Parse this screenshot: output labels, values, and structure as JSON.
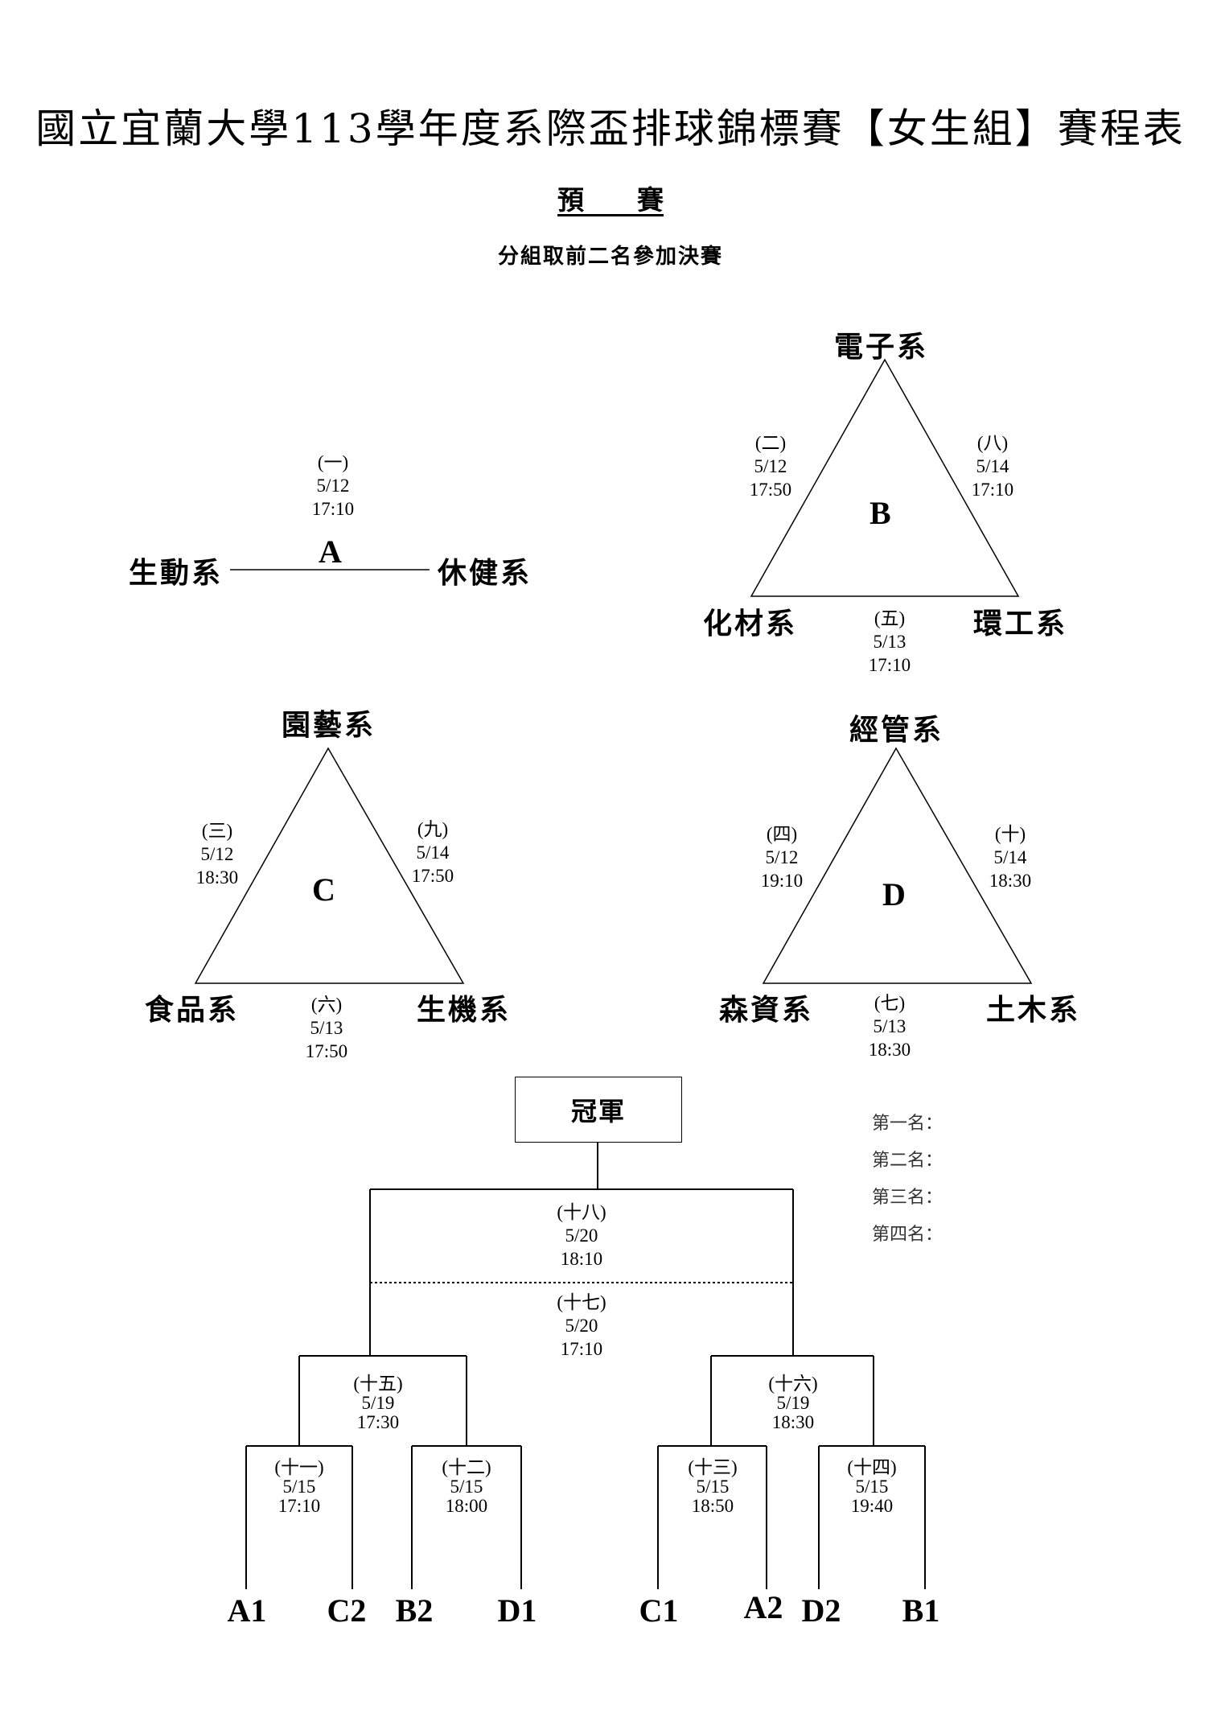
{
  "header": {
    "title": "國立宜蘭大學113學年度系際盃排球錦標賽【女生組】賽程表",
    "preliminary_label": "預　　賽",
    "note": "分組取前二名參加決賽"
  },
  "groups": {
    "A": {
      "name": "A",
      "teams": {
        "left": "生動系",
        "right": "休健系"
      },
      "match": {
        "no": "(一)",
        "date": "5/12",
        "time": "17:10"
      }
    },
    "B": {
      "name": "B",
      "teams": {
        "top": "電子系",
        "left": "化材系",
        "right": "環工系"
      },
      "matches": {
        "left": {
          "no": "(二)",
          "date": "5/12",
          "time": "17:50"
        },
        "right": {
          "no": "(八)",
          "date": "5/14",
          "time": "17:10"
        },
        "bottom": {
          "no": "(五)",
          "date": "5/13",
          "time": "17:10"
        }
      }
    },
    "C": {
      "name": "C",
      "teams": {
        "top": "園藝系",
        "left": "食品系",
        "right": "生機系"
      },
      "matches": {
        "left": {
          "no": "(三)",
          "date": "5/12",
          "time": "18:30"
        },
        "right": {
          "no": "(九)",
          "date": "5/14",
          "time": "17:50"
        },
        "bottom": {
          "no": "(六)",
          "date": "5/13",
          "time": "17:50"
        }
      }
    },
    "D": {
      "name": "D",
      "teams": {
        "top": "經管系",
        "left": "森資系",
        "right": "土木系"
      },
      "matches": {
        "left": {
          "no": "(四)",
          "date": "5/12",
          "time": "19:10"
        },
        "right": {
          "no": "(十)",
          "date": "5/14",
          "time": "18:30"
        },
        "bottom": {
          "no": "(七)",
          "date": "5/13",
          "time": "18:30"
        }
      }
    }
  },
  "bracket": {
    "champion_label": "冠軍",
    "final": {
      "no": "(十八)",
      "date": "5/20",
      "time": "18:10"
    },
    "third_place": {
      "no": "(十七)",
      "date": "5/20",
      "time": "17:10"
    },
    "semi_left": {
      "no": "(十五)",
      "date": "5/19",
      "time": "17:30"
    },
    "semi_right": {
      "no": "(十六)",
      "date": "5/19",
      "time": "18:30"
    },
    "qf1": {
      "no": "(十一)",
      "date": "5/15",
      "time": "17:10"
    },
    "qf2": {
      "no": "(十二)",
      "date": "5/15",
      "time": "18:00"
    },
    "qf3": {
      "no": "(十三)",
      "date": "5/15",
      "time": "18:50"
    },
    "qf4": {
      "no": "(十四)",
      "date": "5/15",
      "time": "19:40"
    },
    "slots": [
      "A1",
      "C2",
      "B2",
      "D1",
      "C1",
      "A2",
      "D2",
      "B1"
    ]
  },
  "rankings": [
    "第一名：",
    "第二名：",
    "第三名：",
    "第四名："
  ]
}
